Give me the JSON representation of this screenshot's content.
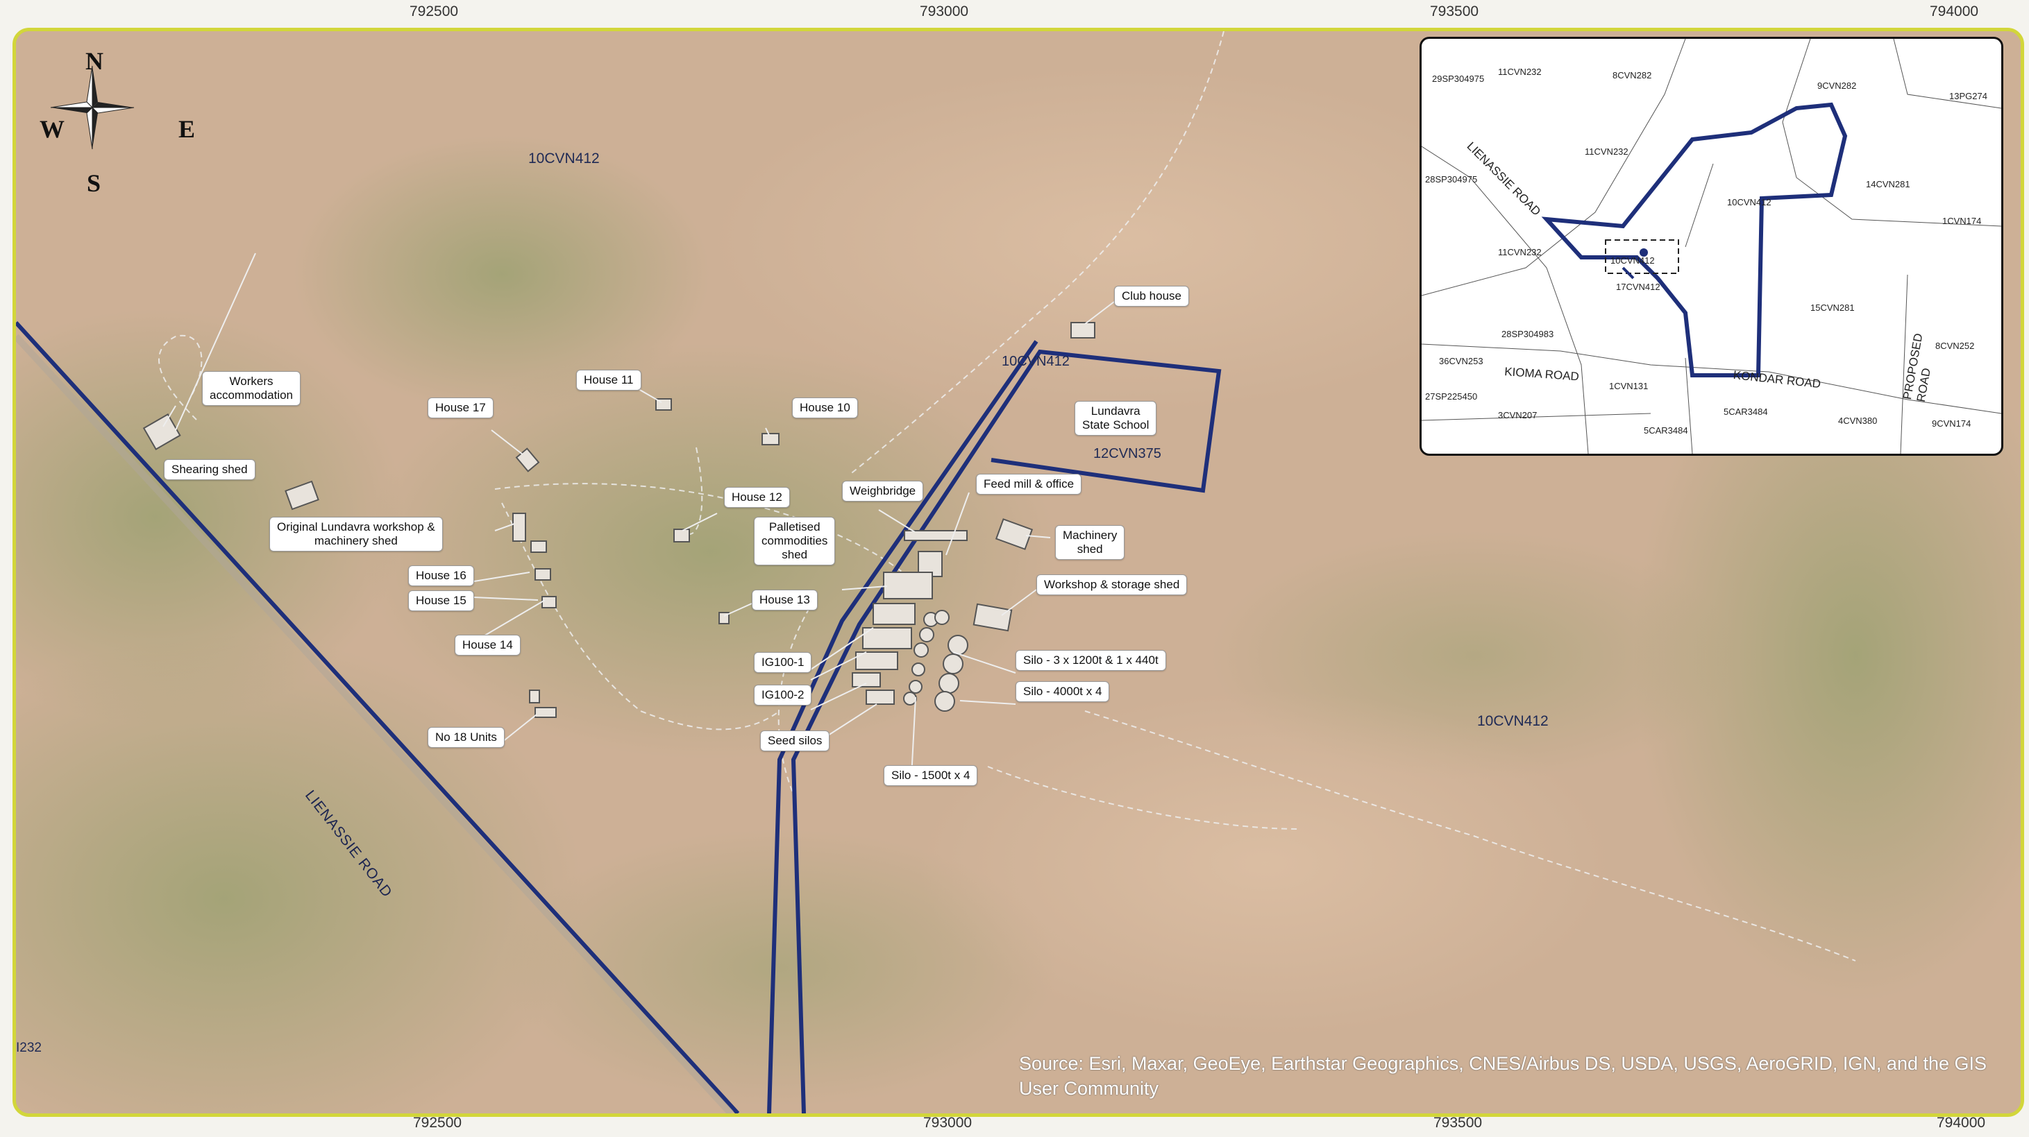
{
  "axis": {
    "top": [
      "792500",
      "793000",
      "793500",
      "794000"
    ],
    "bottom": [
      "792500",
      "793000",
      "793500",
      "794000"
    ]
  },
  "compass": {
    "n": "N",
    "s": "S",
    "e": "E",
    "w": "W"
  },
  "parcels": {
    "north": "10CVN412",
    "east": "10CVN412",
    "school_lot_name": "10CVN412",
    "school_lot": "12CVN375",
    "edge": "I232"
  },
  "road": "LIENASSIE ROAD",
  "labels": {
    "club_house": "Club house",
    "workers": [
      "Workers",
      "accommodation"
    ],
    "shearing": "Shearing shed",
    "house11": "House 11",
    "house10": "House 10",
    "house17": "House 17",
    "school": [
      "Lundavra",
      "State School"
    ],
    "weighbridge": "Weighbridge",
    "feed_mill": "Feed mill & office",
    "house12": "House 12",
    "workshop_orig": [
      "Original Lundavra workshop &",
      "machinery shed"
    ],
    "palletised": [
      "Palletised",
      "commodities",
      "shed"
    ],
    "machinery": [
      "Machinery",
      "shed"
    ],
    "house16": "House 16",
    "house15": "House 15",
    "workshop_storage": "Workshop & storage shed",
    "house13": "House 13",
    "house14": "House 14",
    "ig1": "IG100-1",
    "silo_mixed": "Silo - 3 x 1200t & 1 x 440t",
    "ig2": "IG100-2",
    "silo4000": "Silo - 4000t x 4",
    "units": "No 18 Units",
    "seed": "Seed silos",
    "silo1500": "Silo - 1500t x 4"
  },
  "source": "Source: Esri, Maxar, GeoEye, Earthstar Geographics, CNES/Airbus DS, USDA, USGS, AeroGRID, IGN, and the GIS User Community",
  "inset": {
    "lots": [
      "29SP304975",
      "11CVN232",
      "8CVN282",
      "9CVN282",
      "13PG274",
      "11CVN232",
      "28SP304975",
      "14CVN281",
      "10CVN412",
      "1CVN174",
      "11CVN232",
      "10CVN412",
      "17CVN412",
      "15CVN281",
      "28SP304983",
      "8CVN252",
      "36CVN253",
      "1CVN131",
      "27SP225450",
      "3CVN207",
      "5CAR3484",
      "5CAR3484",
      "4CVN380",
      "9CVN174"
    ],
    "roads": {
      "lienassie": "LIENASSIE ROAD",
      "kioma": "KIOMA ROAD",
      "kondar": "KONDAR ROAD",
      "proposed": "PROPOSED ROAD"
    }
  },
  "colors": {
    "boundary": "#1e2f7a",
    "frame": "#d2d63a"
  }
}
